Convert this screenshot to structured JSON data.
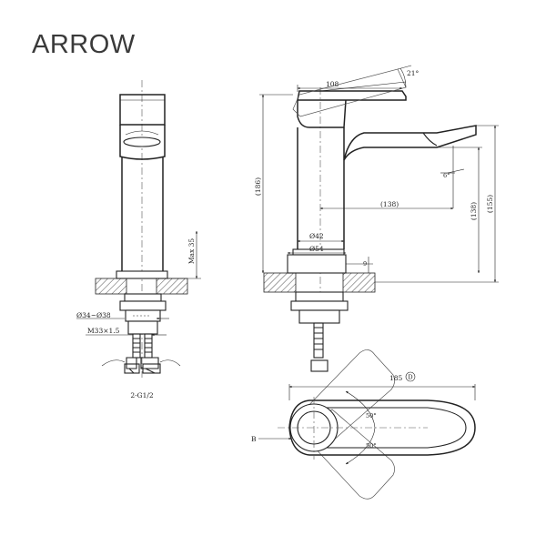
{
  "brand": {
    "name": "ARROW"
  },
  "front_view": {
    "max_height": "Max 35",
    "hole_diameter": "Ø34~Ø38",
    "thread": "M33×1.5",
    "hose_connection": "2-G1/2"
  },
  "side_view": {
    "handle_reach": "108",
    "handle_angle": "21°",
    "spout_angle": "6°",
    "spout_reach": "(138)",
    "base_diameter_top": "Ø42",
    "base_diameter": "Ø54",
    "base_thickness": "9",
    "total_height": "(186)",
    "spout_height": "(138)",
    "body_height": "(155)"
  },
  "top_view": {
    "length": "185",
    "mark": "D",
    "rotation_upper": "50°",
    "rotation_lower": "50°",
    "label_b": "B"
  }
}
